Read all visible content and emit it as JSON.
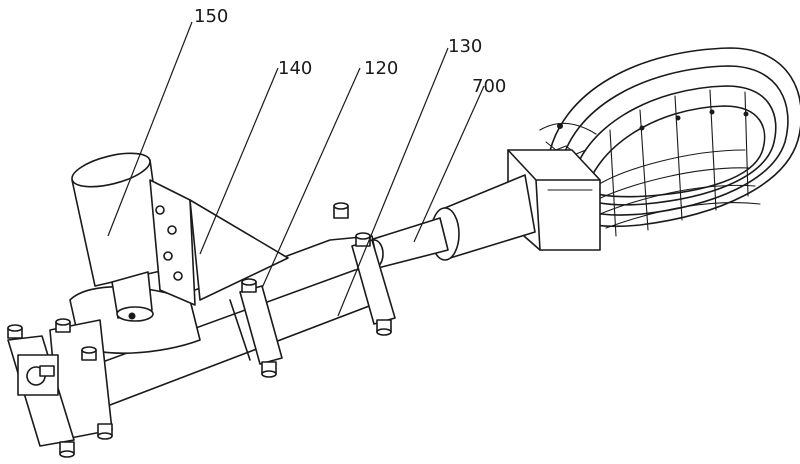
{
  "labels": {
    "l150": "150",
    "l140": "140",
    "l120": "120",
    "l130": "130",
    "l700": "700"
  }
}
